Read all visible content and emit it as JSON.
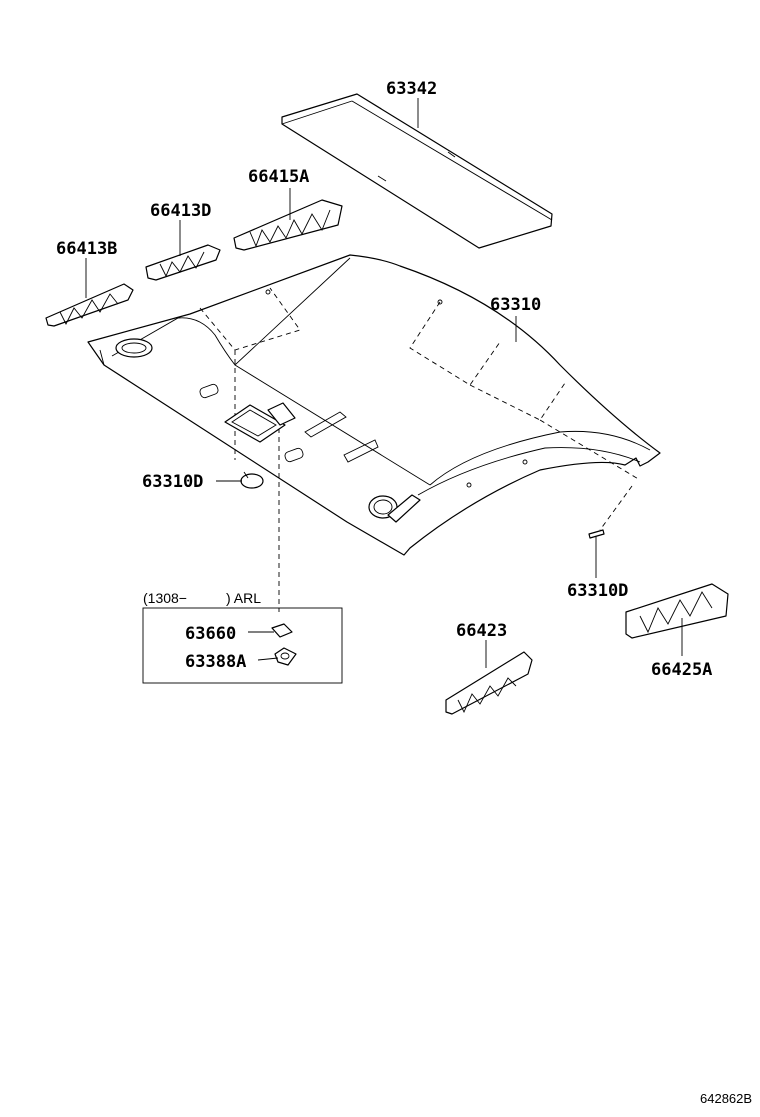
{
  "diagram": {
    "part_labels": {
      "p63342": "63342",
      "p66415a": "66415A",
      "p66413d": "66413D",
      "p66413b": "66413B",
      "p63310": "63310",
      "p63310d_left": "63310D",
      "p63310d_right": "63310D",
      "p66423": "66423",
      "p66425a": "66425A",
      "p63660": "63660",
      "p63388a": "63388A"
    },
    "inset": {
      "note_left": "(1308−",
      "note_right": ") ARL"
    },
    "drawing_code": "642862B"
  }
}
